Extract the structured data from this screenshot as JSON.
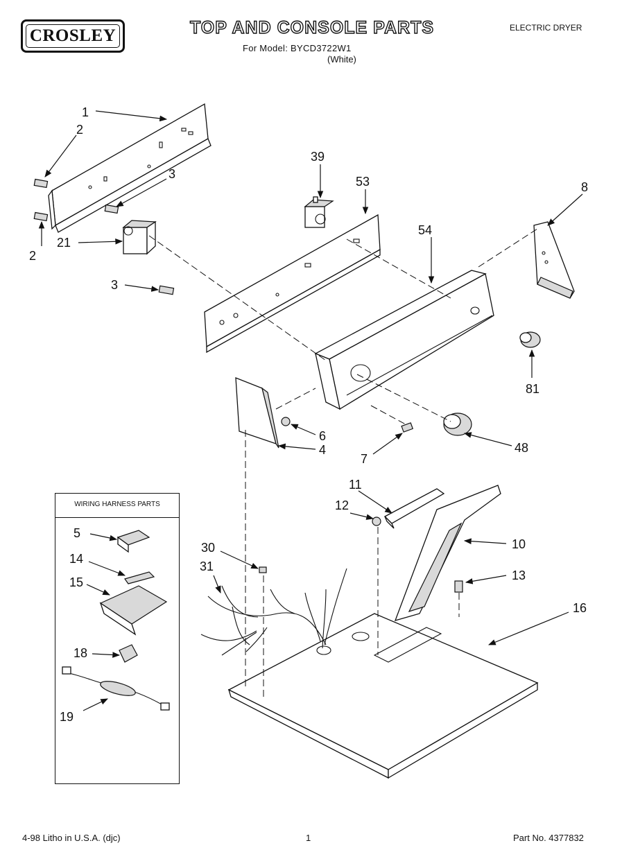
{
  "header": {
    "brand": "CROSLEY",
    "title": "TOP AND CONSOLE PARTS",
    "model_line": "For Model: BYCD3722W1",
    "color_line": "(White)",
    "product_type": "ELECTRIC DRYER"
  },
  "legend": {
    "title": "WIRING HARNESS PARTS"
  },
  "callouts": {
    "c1": "1",
    "c2a": "2",
    "c2b": "2",
    "c3a": "3",
    "c3b": "3",
    "c21": "21",
    "c39": "39",
    "c53": "53",
    "c54": "54",
    "c8": "8",
    "c81": "81",
    "c6": "6",
    "c4": "4",
    "c7": "7",
    "c48": "48",
    "c11": "11",
    "c12": "12",
    "c10": "10",
    "c13": "13",
    "c16": "16",
    "c30": "30",
    "c31": "31",
    "c5": "5",
    "c14": "14",
    "c15": "15",
    "c18": "18",
    "c19": "19"
  },
  "footer": {
    "left": "4-98 Litho in U.S.A. (djc)",
    "center": "1",
    "right": "Part No. 4377832"
  },
  "colors": {
    "ink": "#111111",
    "paper": "#ffffff",
    "shade": "#d9d9d9"
  }
}
